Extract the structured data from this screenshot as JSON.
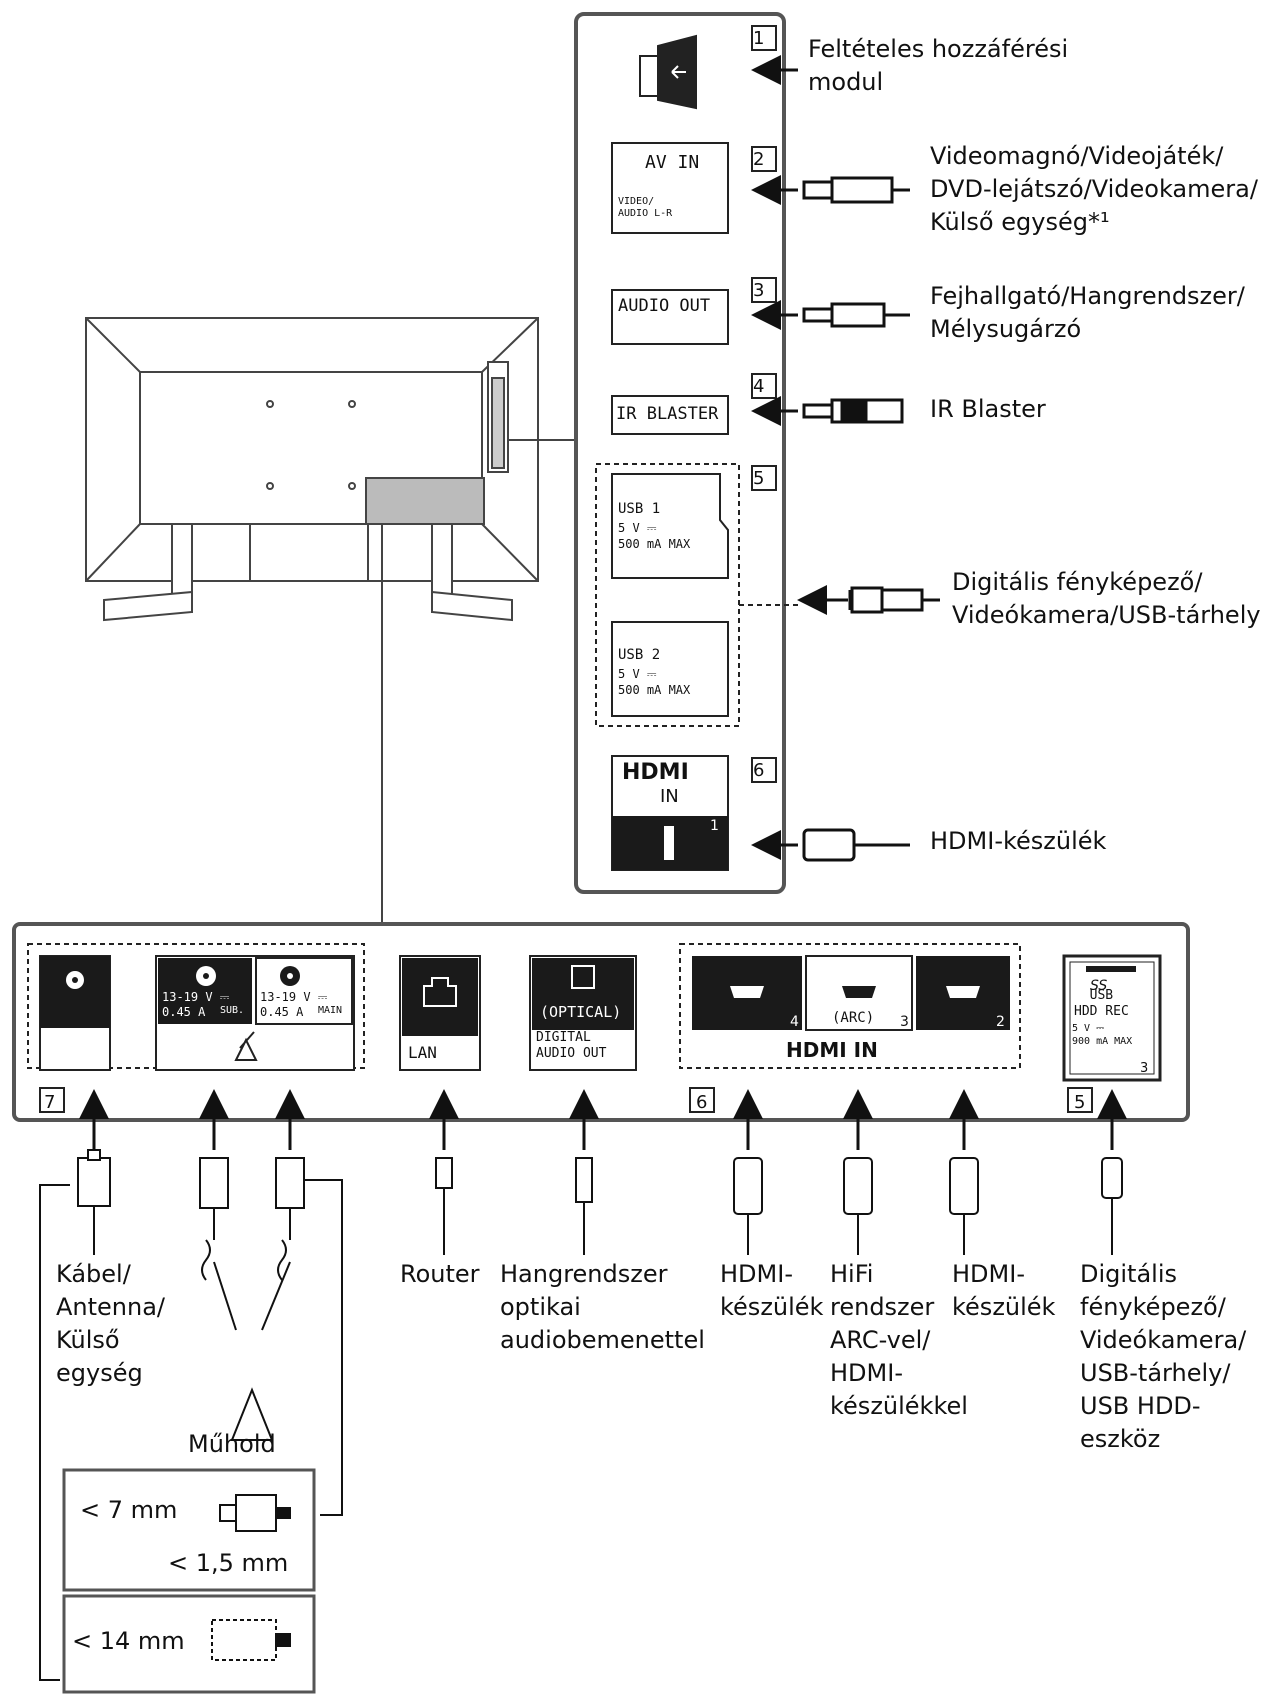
{
  "side_panel": {
    "ports": [
      {
        "num": "1",
        "label": "Feltételes hozzáférési\nmodul"
      },
      {
        "num": "2",
        "port_top": "AV IN",
        "port_sub": "VIDEO/\nAUDIO L-R",
        "label": "Videomagnó/Videojáték/\nDVD-lejátszó/Videokamera/\nKülső egység*¹"
      },
      {
        "num": "3",
        "port_top": "AUDIO OUT",
        "label": "Fejhallgató/Hangrendszer/\nMélysugárzó"
      },
      {
        "num": "4",
        "port_top": "IR BLASTER",
        "label": "IR Blaster"
      },
      {
        "num": "5",
        "usb1": "USB 1",
        "usb2": "USB 2",
        "power": "5 V ⎓",
        "current": "500 mA MAX",
        "label": "Digitális fényképező/\nVideókamera/USB-tárhely"
      },
      {
        "num": "6",
        "port_top": "HDMI",
        "port_sub": "IN",
        "port_index": "1",
        "label": "HDMI-készülék"
      }
    ]
  },
  "bottom_panel": {
    "ports": [
      {
        "num": "7",
        "sat_sub": "13-19 V ⎓\n0.45 A",
        "sub_tag": "SUB.",
        "sat_main": "13-19 V ⎓\n0.45 A",
        "main_tag": "MAIN"
      },
      {
        "lan": "LAN"
      },
      {
        "optical": "(OPTICAL)",
        "optical_sub": "DIGITAL\nAUDIO OUT"
      },
      {
        "num": "6",
        "hdmi4": "4",
        "hdmi3": "3",
        "arc": "(ARC)",
        "hdmi2": "2",
        "hdmi_label": "HDMI IN"
      },
      {
        "num": "5",
        "usb_logo": "SS",
        "usb_txt": "USB\nHDD REC",
        "usb_pwr": "5 V ⎓\n900 mA MAX",
        "usb_idx": "3"
      }
    ],
    "labels": [
      "Kábel/\nAntenna/\nKülső\negység",
      "Router",
      "Hangrendszer\noptikai\naudiobemenettel",
      "HDMI-\nkészülék",
      "HiFi\nrendszer\nARC-vel/\nHDMI-\nkészülékkel",
      "HDMI-\nkészülék",
      "Digitális\nfényképező/\nVideókamera/\nUSB-tárhely/\nUSB HDD-\neszköz"
    ],
    "satellite": "Műhold",
    "dim7": "< 7 mm",
    "dim15": "< 1,5 mm",
    "dim14": "< 14 mm"
  },
  "colors": {
    "line": "#222222",
    "fill_dark": "#1a1a1a",
    "panel_bg": "#ffffff",
    "tv_line": "#444444"
  }
}
